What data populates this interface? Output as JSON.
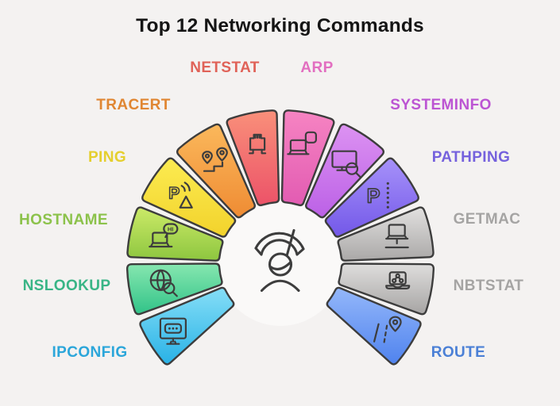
{
  "title": "Top 12 Networking Commands",
  "colors": {
    "background": "#f4f2f1",
    "title": "#151515",
    "outline": "#3d3d3d",
    "center_circle": "#faf9f8"
  },
  "diagram": {
    "center_icon": "person-wifi-icon",
    "segments": [
      {
        "label": "IPCONFIG",
        "icon": "monitor-password-icon",
        "label_color": "#2ba6da",
        "fill_light": "#87dff7",
        "fill_dark": "#27b1e6"
      },
      {
        "label": "NSLOOKUP",
        "icon": "globe-search-icon",
        "label_color": "#39b586",
        "fill_light": "#87e7b0",
        "fill_dark": "#2fc287"
      },
      {
        "label": "HOSTNAME",
        "icon": "laptop-chat-icon",
        "label_color": "#8cc24b",
        "fill_light": "#cdeb69",
        "fill_dark": "#8dc63f"
      },
      {
        "label": "PING",
        "icon": "ping-signal-icon",
        "label_color": "#e5cf2e",
        "fill_light": "#fcec52",
        "fill_dark": "#f2d22b"
      },
      {
        "label": "TRACERT",
        "icon": "route-pins-icon",
        "label_color": "#e08632",
        "fill_light": "#fbb95c",
        "fill_dark": "#ef8b33"
      },
      {
        "label": "NETSTAT",
        "icon": "ethernet-plug-icon",
        "label_color": "#e06258",
        "fill_light": "#f9907a",
        "fill_dark": "#ec5268"
      },
      {
        "label": "ARP",
        "icon": "laptop-devices-icon",
        "label_color": "#e26ec0",
        "fill_light": "#f684c2",
        "fill_dark": "#e25bb2"
      },
      {
        "label": "SYSTEMINFO",
        "icon": "monitor-search-icon",
        "label_color": "#bc55d3",
        "fill_light": "#dd93f2",
        "fill_dark": "#bb60e6"
      },
      {
        "label": "PATHPING",
        "icon": "p-dots-icon",
        "label_color": "#7561dd",
        "fill_light": "#a893fa",
        "fill_dark": "#7257e8"
      },
      {
        "label": "GETMAC",
        "icon": "laptop-line-icon",
        "label_color": "#a5a4a3",
        "fill_light": "#e3e2e1",
        "fill_dark": "#aaa8a7"
      },
      {
        "label": "NBTSTAT",
        "icon": "laptop-share-icon",
        "label_color": "#a5a4a3",
        "fill_light": "#dfdedd",
        "fill_dark": "#a5a3a2"
      },
      {
        "label": "ROUTE",
        "icon": "road-pin-icon",
        "label_color": "#4b80d6",
        "fill_light": "#95b8fa",
        "fill_dark": "#4e82ee"
      }
    ]
  }
}
